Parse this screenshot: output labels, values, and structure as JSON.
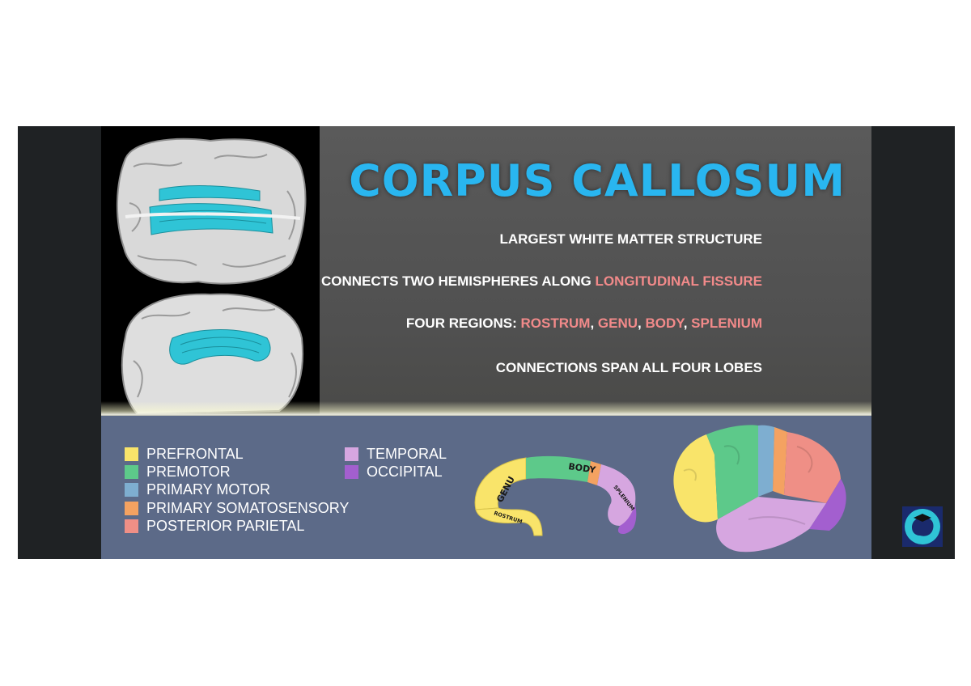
{
  "slide": {
    "title": "CORPUS CALLOSUM",
    "facts": {
      "line1": "LARGEST WHITE MATTER STRUCTURE",
      "line2_prefix": "CONNECTS TWO HEMISPHERES ALONG ",
      "line2_highlight": "LONGITUDINAL FISSURE",
      "line3_prefix": "FOUR REGIONS: ",
      "line3_regions": [
        "ROSTRUM",
        "GENU",
        "BODY",
        "SPLENIUM"
      ],
      "line3_separator": ", ",
      "line4": "CONNECTIONS SPAN ALL FOUR LOBES"
    },
    "legend": [
      {
        "label": "PREFRONTAL",
        "color": "#f9e46a"
      },
      {
        "label": "PREMOTOR",
        "color": "#5dc98a"
      },
      {
        "label": "PRIMARY MOTOR",
        "color": "#7eaed0"
      },
      {
        "label": "PRIMARY SOMATOSENSORY",
        "color": "#f4a261"
      },
      {
        "label": "POSTERIOR PARIETAL",
        "color": "#ef8f86"
      },
      {
        "label": "TEMPORAL",
        "color": "#d6a6e0"
      },
      {
        "label": "OCCIPITAL",
        "color": "#a35fcf"
      }
    ],
    "callosum_labels": {
      "genu": "GENU",
      "body": "BODY",
      "rostrum": "ROSTRUM",
      "splenium": "SPLENIUM"
    },
    "colors": {
      "title": "#29b6f0",
      "highlight": "#f28a8a",
      "callosum_fiber": "#2fc4d6"
    }
  }
}
